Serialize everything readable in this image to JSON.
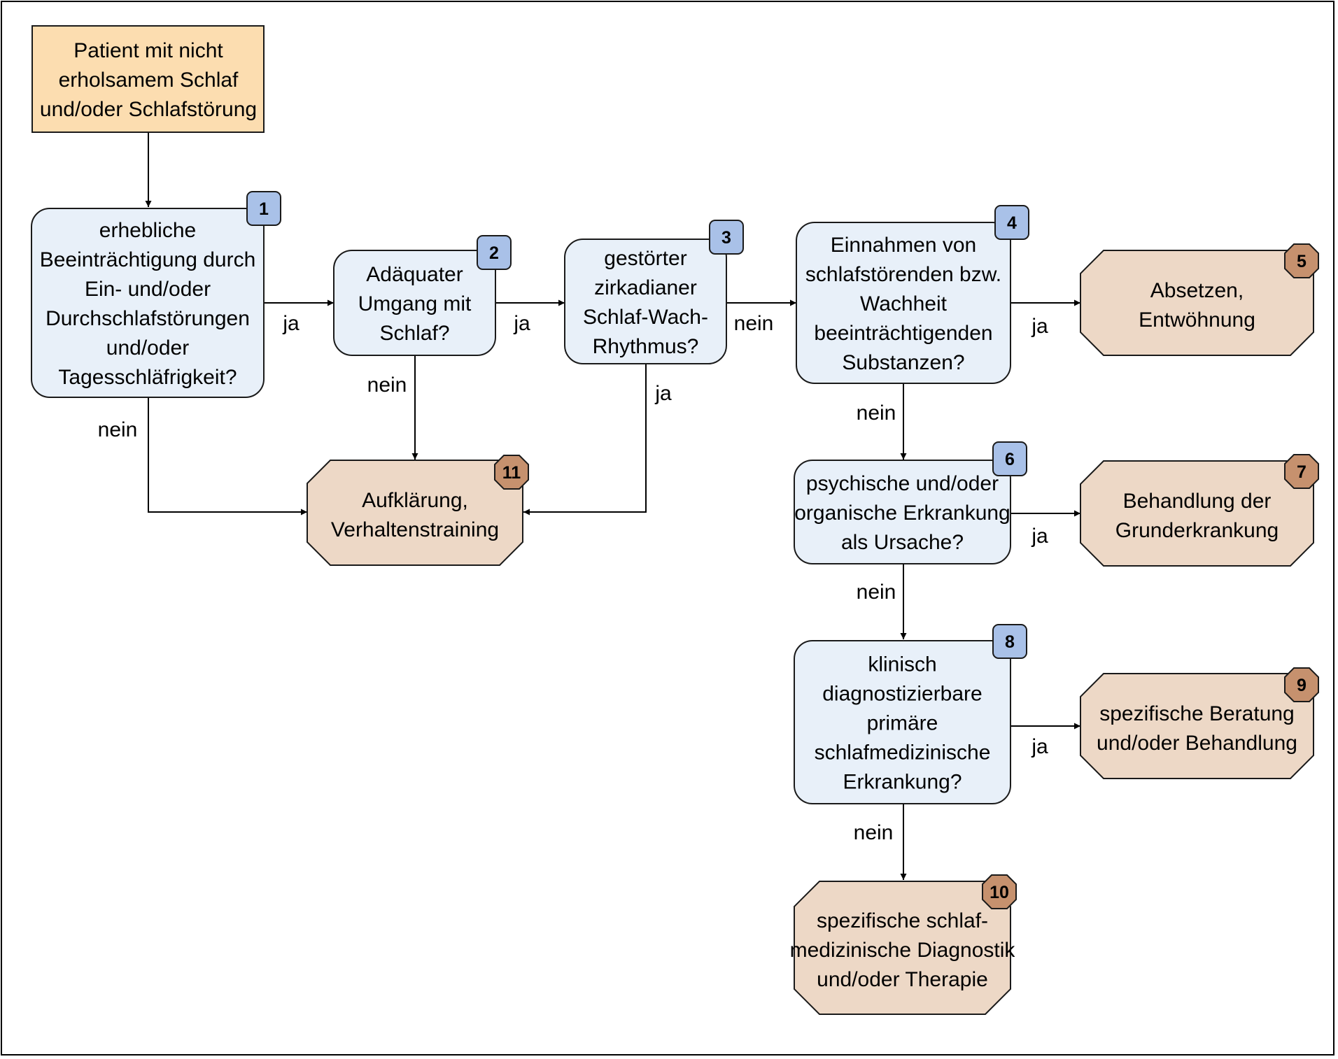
{
  "colors": {
    "start_fill": "#FCDDB0",
    "decision_fill": "#E8F0F9",
    "action_fill": "#EDD8C6",
    "decision_badge": "#A9C1E8",
    "action_badge": "#C6916E",
    "stroke": "#1a1a1a"
  },
  "start": {
    "lines": [
      "Patient mit nicht",
      "erholsamem Schlaf",
      "und/oder Schlafstörung"
    ]
  },
  "decisions": [
    {
      "num": "1",
      "lines": [
        "erhebliche",
        "Beeinträchtigung durch",
        "Ein- und/oder",
        "Durchschlafstörungen",
        "und/oder",
        "Tagesschläfrigkeit?"
      ]
    },
    {
      "num": "2",
      "lines": [
        "Adäquater",
        "Umgang mit",
        "Schlaf?"
      ]
    },
    {
      "num": "3",
      "lines": [
        "gestörter",
        "zirkadianer",
        "Schlaf-Wach-",
        "Rhythmus?"
      ]
    },
    {
      "num": "4",
      "lines": [
        "Einnahmen von",
        "schlafstörenden bzw.",
        "Wachheit",
        "beeinträchtigenden",
        "Substanzen?"
      ]
    },
    {
      "num": "6",
      "lines": [
        "psychische und/oder",
        "organische Erkrankung",
        "als Ursache?"
      ]
    },
    {
      "num": "8",
      "lines": [
        "klinisch",
        "diagnostizierbare",
        "primäre",
        "schlafmedizinische",
        "Erkrankung?"
      ]
    }
  ],
  "actions": [
    {
      "num": "11",
      "lines": [
        "Aufklärung,",
        "Verhaltenstraining"
      ]
    },
    {
      "num": "5",
      "lines": [
        "Absetzen,",
        "Entwöhnung"
      ]
    },
    {
      "num": "7",
      "lines": [
        "Behandlung der",
        "Grunderkrankung"
      ]
    },
    {
      "num": "9",
      "lines": [
        "spezifische Beratung",
        "und/oder Behandlung"
      ]
    },
    {
      "num": "10",
      "lines": [
        "spezifische schlaf-",
        "medizinische Diagnostik",
        "und/oder Therapie"
      ]
    }
  ],
  "edge_labels": {
    "d1_yes": "ja",
    "d1_no": "nein",
    "d2_yes": "ja",
    "d2_no": "nein",
    "d3_no": "nein",
    "d3_yes": "ja",
    "d4_yes": "ja",
    "d4_no": "nein",
    "d6_yes": "ja",
    "d6_no": "nein",
    "d8_yes": "ja",
    "d8_no": "nein"
  }
}
